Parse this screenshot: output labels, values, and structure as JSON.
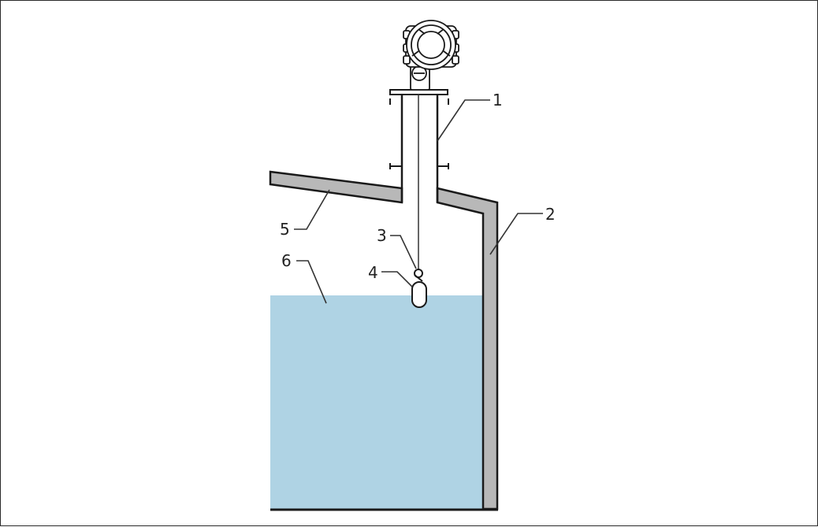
{
  "callouts": [
    {
      "id": "1",
      "label": "1"
    },
    {
      "id": "2",
      "label": "2"
    },
    {
      "id": "3",
      "label": "3"
    },
    {
      "id": "4",
      "label": "4"
    },
    {
      "id": "5",
      "label": "5"
    },
    {
      "id": "6",
      "label": "6"
    }
  ],
  "colors": {
    "liquid": "#afd3e4",
    "wall_fill": "#b8b8b8",
    "outline": "#1a1a1a",
    "line": "#333333"
  }
}
